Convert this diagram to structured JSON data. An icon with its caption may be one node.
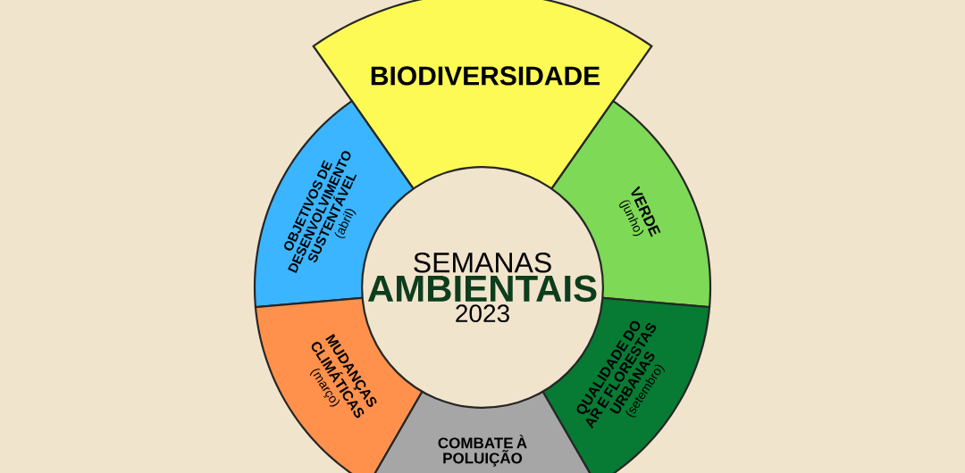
{
  "diagram": {
    "nodes": [
      {
        "text": [
          "BIODIVERSIDADE"
        ]
      },
      {
        "text": [
          "OBJETIVOS DE DESENVOLVIMENTO SUSTENTÁVEL",
          "(abril)"
        ]
      },
      {
        "text": [
          "VERDE",
          "(junho)"
        ]
      },
      {
        "text": [
          "SEMANAS",
          "AMBIENTAIS",
          "2023"
        ]
      },
      {
        "text": [
          "MUDANÇAS CLIMÁTICAS",
          "(março)"
        ]
      },
      {
        "text": [
          "QUALIDADE DO AR E FLORESTAS URBANAS",
          "(setembro)"
        ]
      },
      {
        "text": [
          "COMBATE À POLUIÇÃO"
        ]
      }
    ]
  }
}
